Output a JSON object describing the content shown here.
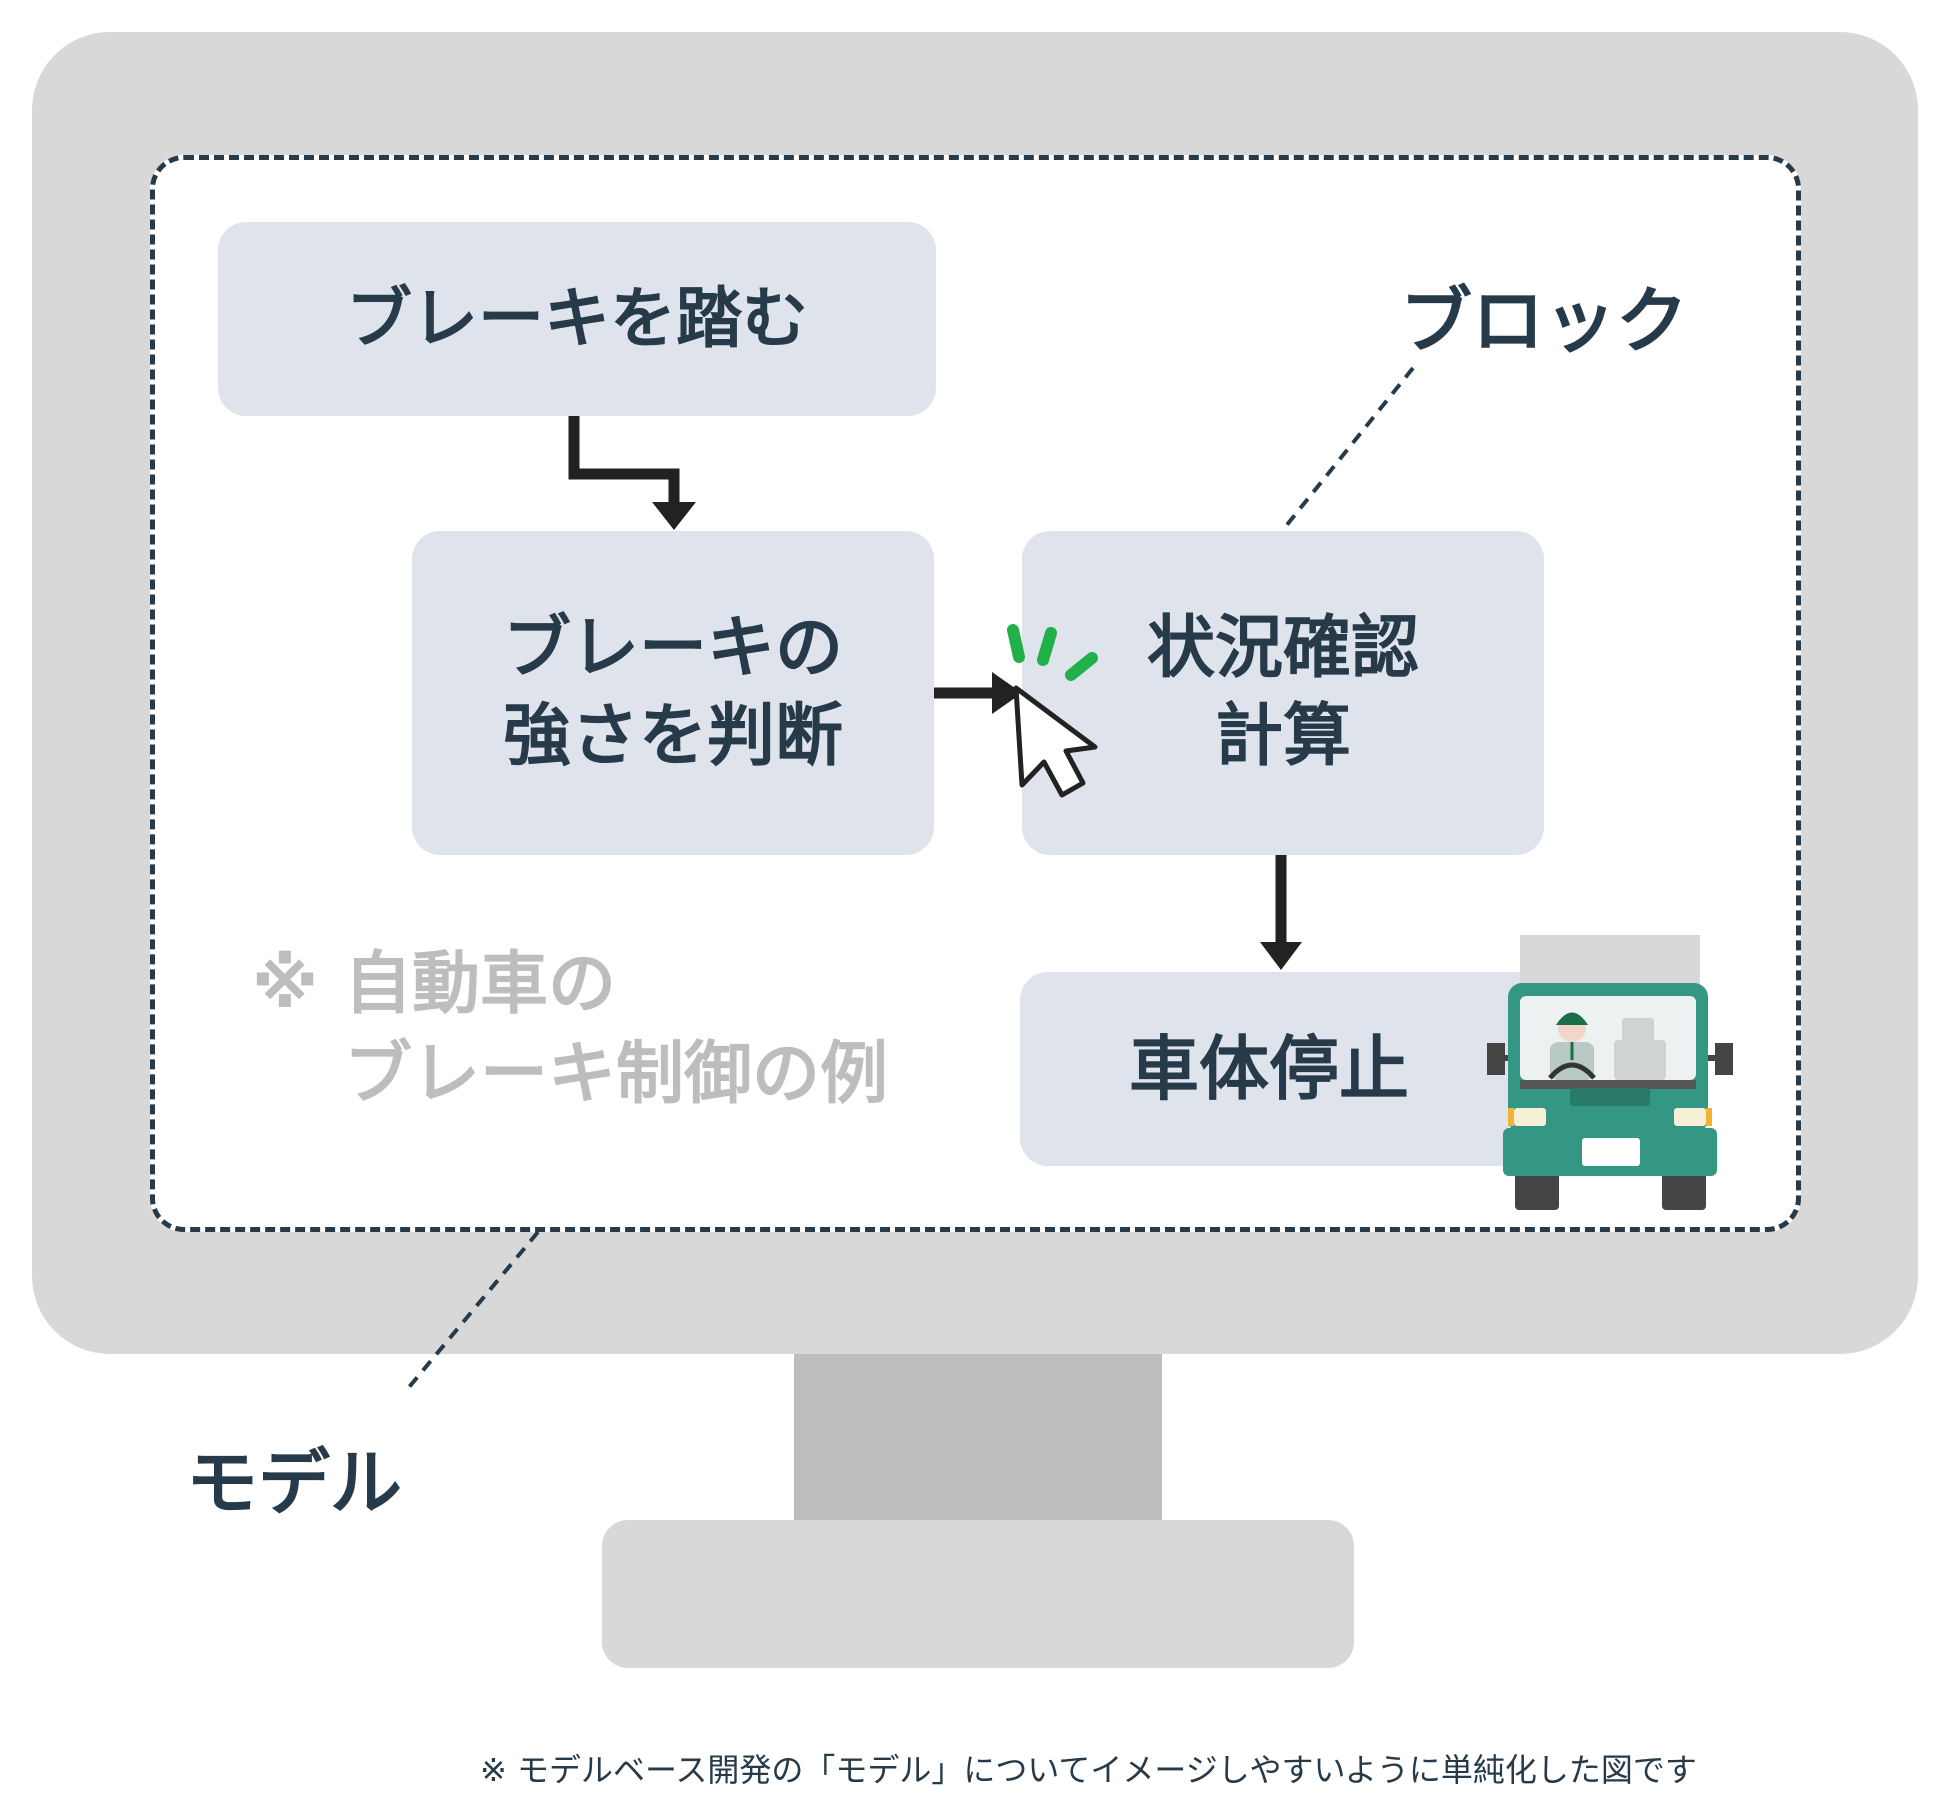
{
  "blocks": {
    "step1": "ブレーキを踏む",
    "step2_line1": "ブレーキの",
    "step2_line2": "強さを判断",
    "step3_line1": "状況確認",
    "step3_line2": "計算",
    "step4": "車体停止"
  },
  "labels": {
    "block": "ブロック",
    "model": "モデル"
  },
  "note": {
    "mark": "※",
    "line1": "自動車の",
    "line2": "ブレーキ制御の例"
  },
  "footnote": "※ モデルベース開発の「モデル」についてイメージしやすいように単純化した図です",
  "icons": [
    "cursor-icon",
    "click-burst-icon",
    "truck-icon",
    "monitor-icon"
  ],
  "colors": {
    "text": "#263a4a",
    "block_bg": "#dfe3eb",
    "monitor": "#d8d8d8",
    "stand": "#bdbdbd",
    "note_gray": "#bdbdbd",
    "accent_green": "#22b04b",
    "truck_green": "#349784"
  }
}
